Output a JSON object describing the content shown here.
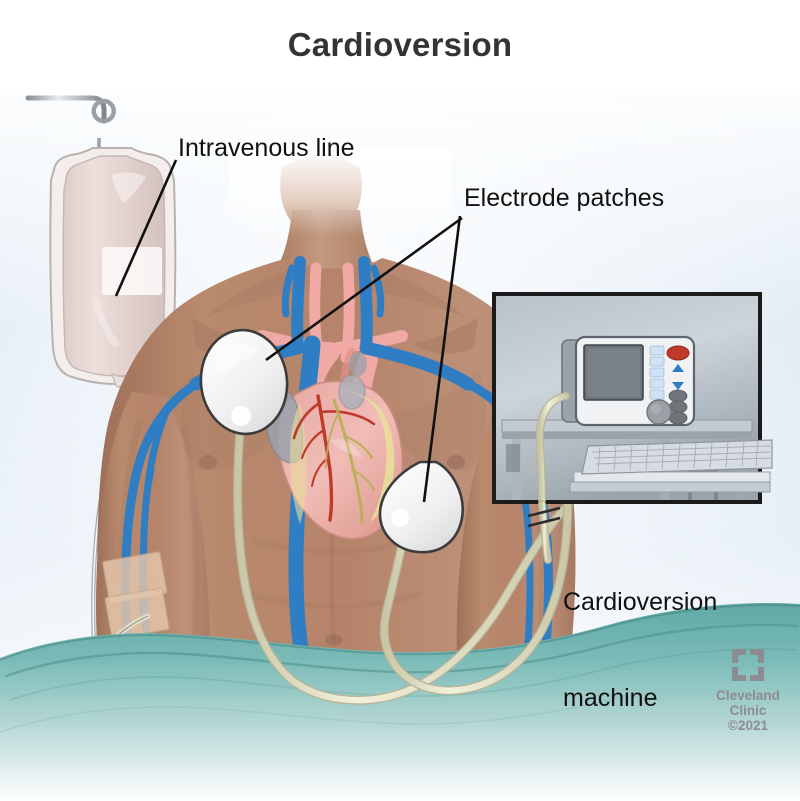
{
  "illustration": {
    "title": "Cardioversion",
    "subject": "Patient receiving synchronized electrical cardioversion",
    "labels": {
      "intravenous_line": "Intravenous line",
      "electrode_patches": "Electrode patches",
      "cardioversion_machine_line1": "Cardioversion",
      "cardioversion_machine_line2": "machine"
    },
    "attribution": {
      "logo_icon": "cleveland-clinic-pinwheel-icon",
      "name_line1": "Cleveland",
      "name_line2": "Clinic",
      "copyright": "©2021"
    },
    "parts": [
      {
        "id": "iv-bag",
        "name": "IV fluid bag",
        "color": "#e6d7d4"
      },
      {
        "id": "iv-pole",
        "name": "IV pole hook",
        "color": "#9aa0a6"
      },
      {
        "id": "iv-tubing",
        "name": "IV tubing",
        "color": "#cfd2d4"
      },
      {
        "id": "iv-site",
        "name": "IV insertion site with tape",
        "color": "#e3c5ab"
      },
      {
        "id": "upper-patch",
        "name": "Upper right chest electrode patch",
        "color": "#eeeeee"
      },
      {
        "id": "lower-patch",
        "name": "Lower left chest electrode patch",
        "color": "#eeeeee"
      },
      {
        "id": "patch-cable",
        "name": "Electrode patch cable",
        "color": "#e8e6cd"
      },
      {
        "id": "heart",
        "name": "Heart",
        "color": "#edb3ae"
      },
      {
        "id": "veins",
        "name": "Veins",
        "color": "#2f7ec4"
      },
      {
        "id": "arteries",
        "name": "Arteries",
        "color": "#f0a9a4"
      },
      {
        "id": "skin",
        "name": "Patient torso skin",
        "color": "#b08268"
      },
      {
        "id": "sheet",
        "name": "Teal surgical sheet",
        "color": "#6fb5b2"
      },
      {
        "id": "machine-inset",
        "name": "Cardioversion machine inset photo panel",
        "color": "#c0c6cc"
      }
    ],
    "machine": {
      "monitor_screen_color": "#6d7479",
      "buttons": {
        "soft_keys": 6,
        "soft_key_color": "#cfe2f3",
        "shock_button": "#c0392b",
        "arrow_up": "#2f7ec4",
        "arrow_down": "#2f7ec4",
        "round_buttons": 3,
        "round_button_color": "#6e7479",
        "dial": "#9aa0a6"
      },
      "has_keyboard": true,
      "cable_break_symbol": true
    },
    "colors": {
      "background_top": "#ffffff",
      "background_tint": "#dce9f3",
      "title": "#343434",
      "label_text": "#111111",
      "logo_gray": "#8c8c92"
    }
  }
}
